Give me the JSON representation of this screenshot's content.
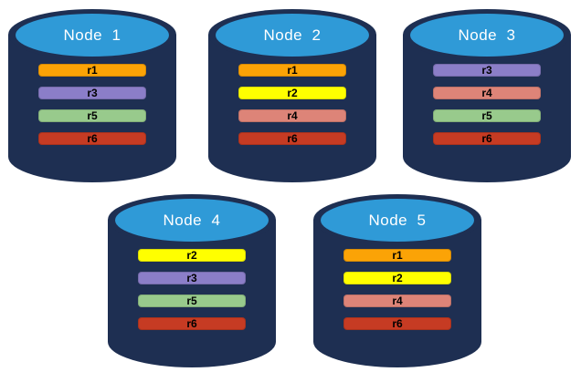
{
  "colors": {
    "background": "#FFFFFF",
    "cylinder_body": "#1E2F52",
    "cylinder_cap": "#2F9AD7",
    "node_label_text": "#FFFFFF",
    "replica_label_text": "#000000"
  },
  "replica_colors": {
    "r1": "#FBA306",
    "r2": "#FFFF00",
    "r3": "#8B7EC8",
    "r4": "#DD8478",
    "r5": "#98CA8C",
    "r6": "#C63B23"
  },
  "nodes": [
    {
      "label": "Node  1",
      "replicas": [
        {
          "label": "r1",
          "color": "#FBA306"
        },
        {
          "label": "r3",
          "color": "#8B7EC8"
        },
        {
          "label": "r5",
          "color": "#98CA8C"
        },
        {
          "label": "r6",
          "color": "#C63B23"
        }
      ]
    },
    {
      "label": "Node  2",
      "replicas": [
        {
          "label": "r1",
          "color": "#FBA306"
        },
        {
          "label": "r2",
          "color": "#FFFF00"
        },
        {
          "label": "r4",
          "color": "#DD8478"
        },
        {
          "label": "r6",
          "color": "#C63B23"
        }
      ]
    },
    {
      "label": "Node  3",
      "replicas": [
        {
          "label": "r3",
          "color": "#8B7EC8"
        },
        {
          "label": "r4",
          "color": "#DD8478"
        },
        {
          "label": "r5",
          "color": "#98CA8C"
        },
        {
          "label": "r6",
          "color": "#C63B23"
        }
      ]
    },
    {
      "label": "Node  4",
      "replicas": [
        {
          "label": "r2",
          "color": "#FFFF00"
        },
        {
          "label": "r3",
          "color": "#8B7EC8"
        },
        {
          "label": "r5",
          "color": "#98CA8C"
        },
        {
          "label": "r6",
          "color": "#C63B23"
        }
      ]
    },
    {
      "label": "Node  5",
      "replicas": [
        {
          "label": "r1",
          "color": "#FBA306"
        },
        {
          "label": "r2",
          "color": "#FFFF00"
        },
        {
          "label": "r4",
          "color": "#DD8478"
        },
        {
          "label": "r6",
          "color": "#C63B23"
        }
      ]
    }
  ]
}
